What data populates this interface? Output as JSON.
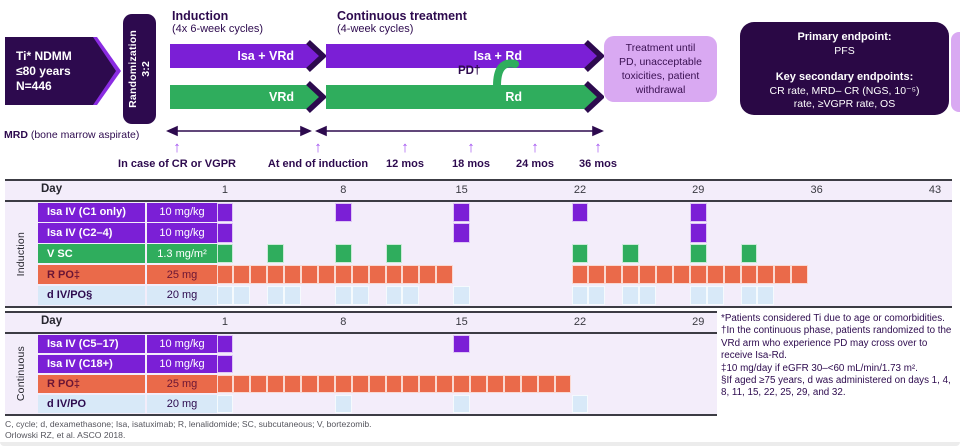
{
  "colors": {
    "dark_purple": "#2d0a4e",
    "arm_purple": "#7b1fd6",
    "arm_green": "#2fad5d",
    "orange": "#ea6a4a",
    "light_blue": "#d8e9f8",
    "accent_purple": "#a050f0",
    "box_lavender": "#d9a9f2",
    "table_bg": "#f3edfa",
    "text_on_orange": "#6b1535"
  },
  "flow": {
    "population": {
      "lines": [
        "Ti* NDMM",
        "≤80 years",
        "N=446"
      ]
    },
    "randomization": {
      "line1": "Randomization",
      "line2": "3:2"
    },
    "induction_heading": {
      "title": "Induction",
      "subtitle": "(4x 6-week cycles)"
    },
    "continuous_heading": {
      "title": "Continuous treatment",
      "subtitle": "(4-week cycles)"
    },
    "arms": {
      "induction_isa": "Isa + VRd",
      "induction_control": "VRd",
      "continuous_isa": "Isa + Rd",
      "continuous_control": "Rd",
      "crossover_label": "PD†"
    },
    "treatment_until": {
      "lines": [
        "Treatment until",
        "PD, unacceptable",
        "toxicities, patient",
        "withdrawal"
      ]
    },
    "endpoints": {
      "primary_label": "Primary endpoint:",
      "primary_value": "PFS",
      "secondary_label": "Key secondary endpoints:",
      "secondary_line1": "CR rate, MRD– CR (NGS, 10⁻⁵)",
      "secondary_line2": "rate, ≥VGPR rate, OS"
    }
  },
  "mrd_timeline": {
    "label_bold": "MRD",
    "label_rest": " (bone marrow aspirate)",
    "arrow_glyph": "↑",
    "timepoints": [
      {
        "label": "In case of CR or VGPR",
        "px": 177
      },
      {
        "label": "At end of induction",
        "px": 318
      },
      {
        "label": "12 mos",
        "px": 405
      },
      {
        "label": "18 mos",
        "px": 471
      },
      {
        "label": "24 mos",
        "px": 535
      },
      {
        "label": "36 mos",
        "px": 598
      }
    ]
  },
  "schedule_tables": [
    {
      "section": "Induction",
      "day_header_label": "Day",
      "day_ticks": [
        1,
        8,
        15,
        22,
        29,
        36,
        43
      ],
      "rows": [
        {
          "drug": "Isa IV (C1 only)",
          "dose": "10 mg/kg",
          "color_key": "purple",
          "days": [
            1,
            8,
            15,
            22,
            29
          ]
        },
        {
          "drug": "Isa IV (C2–4)",
          "dose": "10 mg/kg",
          "color_key": "purple",
          "days": [
            1,
            15,
            29
          ]
        },
        {
          "drug": "V SC",
          "dose": "1.3 mg/m²",
          "color_key": "green",
          "days": [
            1,
            4,
            8,
            11,
            22,
            25,
            29,
            32
          ]
        },
        {
          "drug": "R PO‡",
          "dose": "25 mg",
          "color_key": "orange",
          "days": [
            1,
            2,
            3,
            4,
            5,
            6,
            7,
            8,
            9,
            10,
            11,
            12,
            13,
            14,
            22,
            23,
            24,
            25,
            26,
            27,
            28,
            29,
            30,
            31,
            32,
            33,
            34,
            35
          ]
        },
        {
          "drug": "d IV/PO§",
          "dose": "20 mg",
          "color_key": "lightblue",
          "days": [
            1,
            2,
            4,
            5,
            8,
            9,
            11,
            12,
            15,
            22,
            23,
            25,
            26,
            29,
            30,
            32,
            33
          ]
        }
      ]
    },
    {
      "section": "Continuous",
      "day_header_label": "Day",
      "day_ticks": [
        1,
        8,
        15,
        22,
        29
      ],
      "rows": [
        {
          "drug": "Isa IV (C5–17)",
          "dose": "10 mg/kg",
          "color_key": "purple",
          "days": [
            1,
            15
          ]
        },
        {
          "drug": "Isa IV (C18+)",
          "dose": "10 mg/kg",
          "color_key": "purple",
          "days": [
            1
          ]
        },
        {
          "drug": "R PO‡",
          "dose": "25 mg",
          "color_key": "orange",
          "days": [
            1,
            2,
            3,
            4,
            5,
            6,
            7,
            8,
            9,
            10,
            11,
            12,
            13,
            14,
            15,
            16,
            17,
            18,
            19,
            20,
            21
          ]
        },
        {
          "drug": "d IV/PO",
          "dose": "20 mg",
          "color_key": "lightblue",
          "days": [
            1,
            8,
            15,
            22
          ]
        }
      ]
    }
  ],
  "footnotes_right": [
    "*Patients considered Ti due to age or comorbidities.",
    "†In the continuous phase, patients randomized to the VRd arm who experience PD may cross over to receive Isa-Rd.",
    "‡10 mg/day if eGFR 30–<60 mL/min/1.73 m².",
    "§If aged ≥75 years, d was administered on days 1, 4, 8, 11, 15, 22, 25, 29, and 32."
  ],
  "footnotes_bottom": {
    "abbreviations": "C, cycle;  d, dexamethasone;  Isa, isatuximab;  R, lenalidomide;  SC, subcutaneous;  V, bortezomib.",
    "citation": "Orlowski RZ, et al. ASCO 2018."
  }
}
